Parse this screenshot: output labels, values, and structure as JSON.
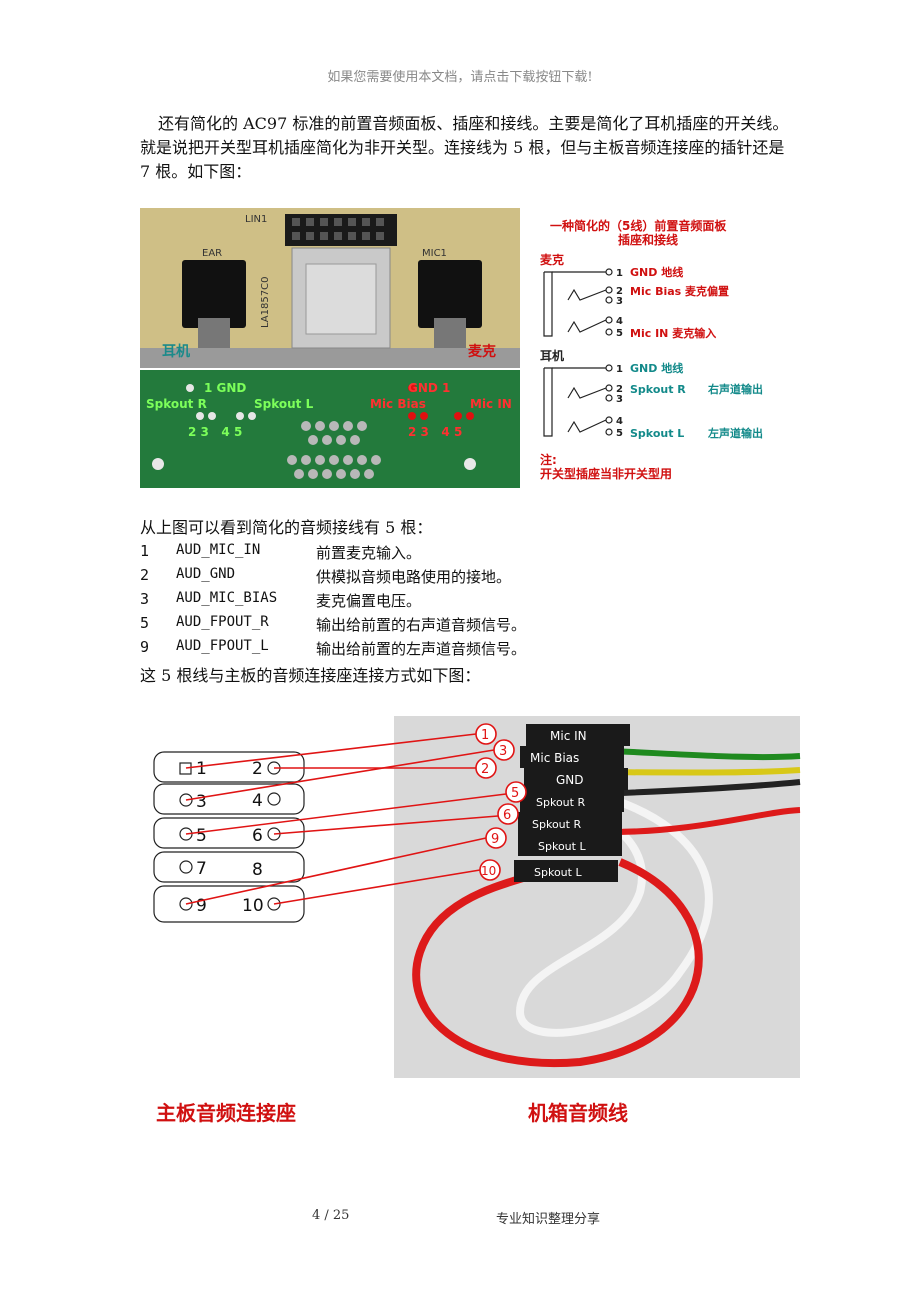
{
  "header": {
    "note": "如果您需要使用本文档，请点击下载按钮下载!"
  },
  "paragraph": "还有简化的 AC97 标准的前置音频面板、插座和接线。主要是简化了耳机插座的开关线。就是说把开关型耳机插座简化为非开关型。连接线为 5 根，但与主板音频连接座的插针还是 7 根。如下图：",
  "figure1": {
    "board": {
      "header_label": "LIN1",
      "left_jack": "EAR",
      "right_jack": "MIC1",
      "part_no": "LA1857C0",
      "tag_left": "耳机",
      "tag_right": "麦克",
      "pin_left_gnd": "1 GND",
      "pin_spk_r": "Spkout R",
      "pin_spk_l": "Spkout L",
      "pin_nums_left": "2 3   4 5",
      "pin_gnd_right": "GND 1",
      "pin_mic_bias": "Mic Bias",
      "pin_mic_in": "Mic IN",
      "pin_nums_right": "2 3   4 5"
    },
    "schematic": {
      "title_line1": "一种简化的（5线）前置音频面板",
      "title_line2": "插座和接线",
      "mic_label": "麦克",
      "mic_pin1": "GND 地线",
      "mic_pin2": "Mic Bias 麦克偏置",
      "mic_pin5": "Mic IN 麦克输入",
      "ear_label": "耳机",
      "ear_pin1": "GND 地线",
      "ear_pin2": "Spkout R",
      "ear_pin2_cn": "右声道输出",
      "ear_pin5": "Spkout L",
      "ear_pin5_cn": "左声道输出",
      "n1": "1",
      "n2": "2",
      "n3": "3",
      "n4": "4",
      "n5": "5",
      "note_title": "注:",
      "note_text": "开关型插座当非开关型用"
    }
  },
  "intro": "从上图可以看到简化的音频接线有 5 根：",
  "signals": [
    {
      "num": "1",
      "name": "AUD_MIC_IN",
      "desc": "前置麦克输入。"
    },
    {
      "num": "2",
      "name": "AUD_GND",
      "desc": "供模拟音频电路使用的接地。"
    },
    {
      "num": "3",
      "name": "AUD_MIC_BIAS",
      "desc": "麦克偏置电压。"
    },
    {
      "num": "5",
      "name": "AUD_FPOUT_R",
      "desc": "输出给前置的右声道音频信号。"
    },
    {
      "num": "9",
      "name": "AUD_FPOUT_L",
      "desc": "输出给前置的左声道音频信号。"
    }
  ],
  "outro": "这 5 根线与主板的音频连接座连接方式如下图：",
  "figure2": {
    "pins": [
      "1",
      "2",
      "3",
      "4",
      "5",
      "6",
      "7",
      "8",
      "9",
      "10"
    ],
    "circled": [
      "1",
      "3",
      "2",
      "5",
      "6",
      "9",
      "10"
    ],
    "connectors": [
      "Mic IN",
      "Mic Bias",
      "GND",
      "Spkout R",
      "Spkout R",
      "Spkout L",
      "Spkout L"
    ],
    "caption_left": "主板音频连接座",
    "caption_right": "机箱音频线"
  },
  "footer": {
    "page": "4 / 25",
    "note": "专业知识整理分享"
  }
}
